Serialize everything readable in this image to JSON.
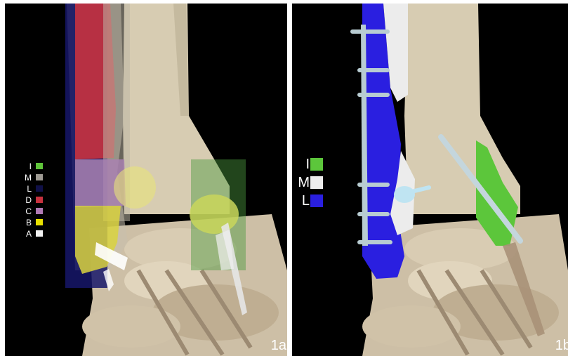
{
  "figure": {
    "panels": [
      {
        "id": "1a",
        "label": "1a",
        "legend": [
          {
            "letter": "I",
            "color": "#5fc43a"
          },
          {
            "letter": "M",
            "color": "#9e9a93"
          },
          {
            "letter": "L",
            "color": "#101048"
          },
          {
            "letter": "D",
            "color": "#c8323f"
          },
          {
            "letter": "C",
            "color": "#b07ab4"
          },
          {
            "letter": "B",
            "color": "#e8e000"
          },
          {
            "letter": "A",
            "color": "#f2f2f2"
          }
        ]
      },
      {
        "id": "1b",
        "label": "1b",
        "legend": [
          {
            "letter": "I",
            "color": "#5cc63b"
          },
          {
            "letter": "M",
            "color": "#ececec"
          },
          {
            "letter": "L",
            "color": "#2a1fe0"
          }
        ]
      }
    ]
  }
}
